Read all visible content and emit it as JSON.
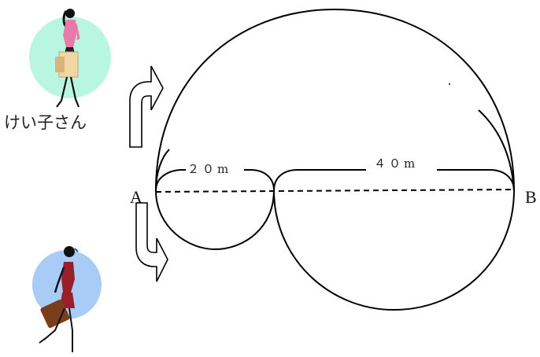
{
  "labels": {
    "person_top": "けい子さん",
    "point_a": "A",
    "point_b": "B",
    "small_diameter": "２０m",
    "large_diameter": "４０m"
  },
  "colors": {
    "line": "#000000",
    "person_top_circle": "#b8f6e2",
    "person_bottom_circle": "#a8ccf6",
    "person_top_outfit": "#e87aa8",
    "person_bottom_outfit": "#9a1e2a"
  },
  "icons": {
    "arrow_top": "curved-arrow-up-right",
    "arrow_bottom": "curved-arrow-down-right",
    "person_top": "woman-shopping-bag",
    "person_bottom": "woman-briefcase"
  }
}
